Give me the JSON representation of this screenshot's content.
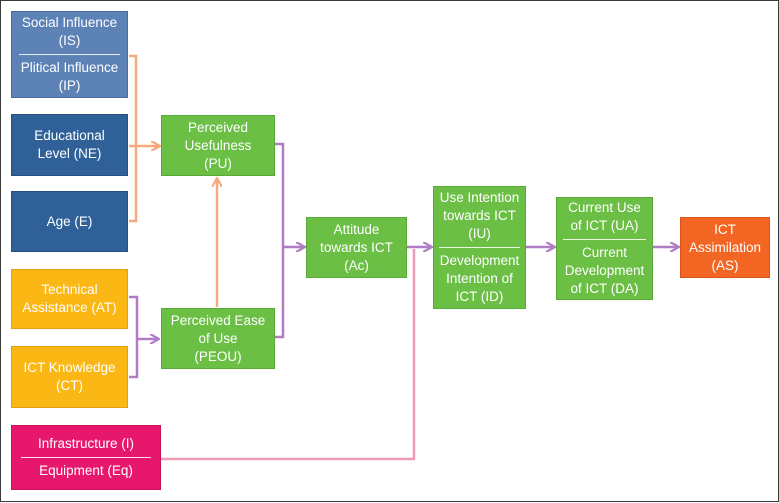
{
  "diagram": {
    "nodes": {
      "is_ip": {
        "top": "Social Influence\n(IS)",
        "bottom": "Plitical Influence\n(IP)"
      },
      "ne": "Educational\nLevel (NE)",
      "e": "Age (E)",
      "at": "Technical\nAssistance (AT)",
      "ct": "ICT Knowledge\n(CT)",
      "i_eq": {
        "top": "Infrastructure (I)",
        "bottom": "Equipment (Eq)"
      },
      "pu": "Perceived\nUsefulness\n(PU)",
      "peou": "Perceived Ease\nof Use\n(PEOU)",
      "ac": "Attitude\ntowards ICT\n(Ac)",
      "iu_id": {
        "top": "Use Intention\ntowards ICT\n(IU)",
        "bottom": "Development\nIntention of\nICT (ID)"
      },
      "ua_da": {
        "top": "Current Use\nof ICT (UA)",
        "bottom": "Current\nDevelopment\nof ICT (DA)"
      },
      "as": "ICT\nAssimilation\n(AS)"
    },
    "edges": [
      {
        "from": "Social/Political Influence, Educational Level, Age",
        "to": "Perceived Usefulness"
      },
      {
        "from": "Perceived Ease of Use",
        "to": "Perceived Usefulness"
      },
      {
        "from": "Technical Assistance, ICT Knowledge",
        "to": "Perceived Ease of Use"
      },
      {
        "from": "Perceived Usefulness, Perceived Ease of Use",
        "to": "Attitude towards ICT"
      },
      {
        "from": "Attitude towards ICT, Infrastructure/Equipment",
        "to": "Use/Development Intention"
      },
      {
        "from": "Use/Development Intention",
        "to": "Current Use/Development"
      },
      {
        "from": "Current Use/Development",
        "to": "ICT Assimilation"
      }
    ],
    "colors": {
      "blue_light": "#5d82b6",
      "blue_dark": "#2f6198",
      "yellow": "#fbb714",
      "pink": "#e6176c",
      "green": "#6bbf45",
      "orange": "#f26522",
      "arrow_salmon": "#f6a97f",
      "arrow_purple": "#b07cc6",
      "arrow_pink": "#ee9ab4"
    }
  }
}
